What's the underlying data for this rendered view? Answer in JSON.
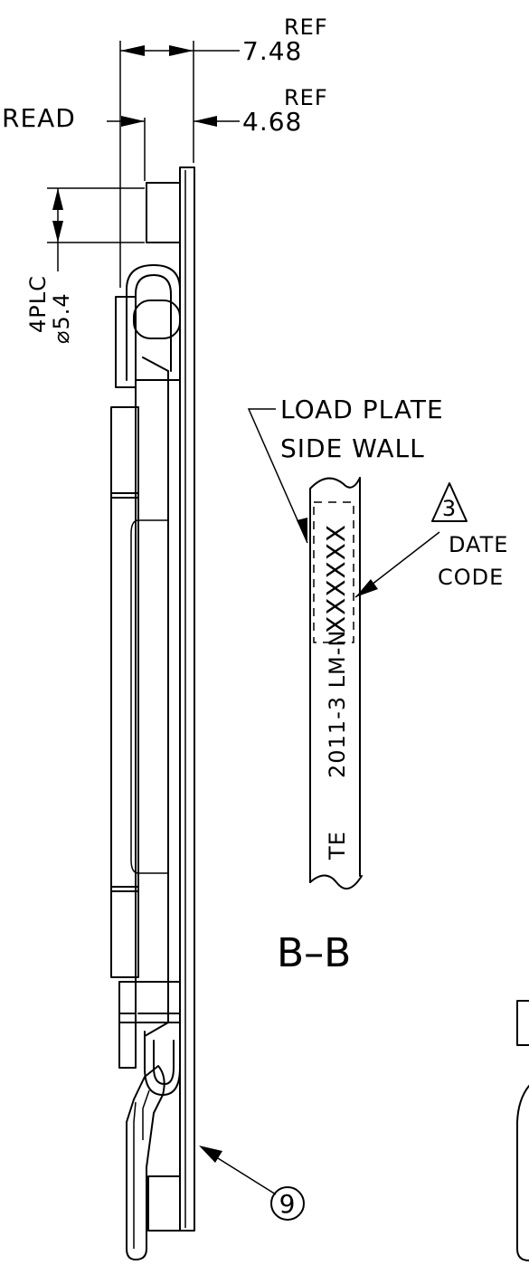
{
  "dimensions": {
    "dim_top_ref": "REF",
    "dim_top_value": "7.48",
    "dim_mid_ref": "REF",
    "dim_mid_value": "4.68",
    "thread_label": "READ",
    "hole_count": "4PLC",
    "hole_diameter": "⌀5.4"
  },
  "callouts": {
    "load_plate_line1": "LOAD PLATE",
    "load_plate_line2": "SIDE WALL",
    "note_number": "3",
    "date_code_line1": "DATE",
    "date_code_line2": "CODE",
    "item_number": "9"
  },
  "marking": {
    "brand": "TE",
    "part_text": "2011-3 LM-N",
    "date_placeholder": "XXXXXX"
  },
  "section": {
    "label": "B–B"
  }
}
